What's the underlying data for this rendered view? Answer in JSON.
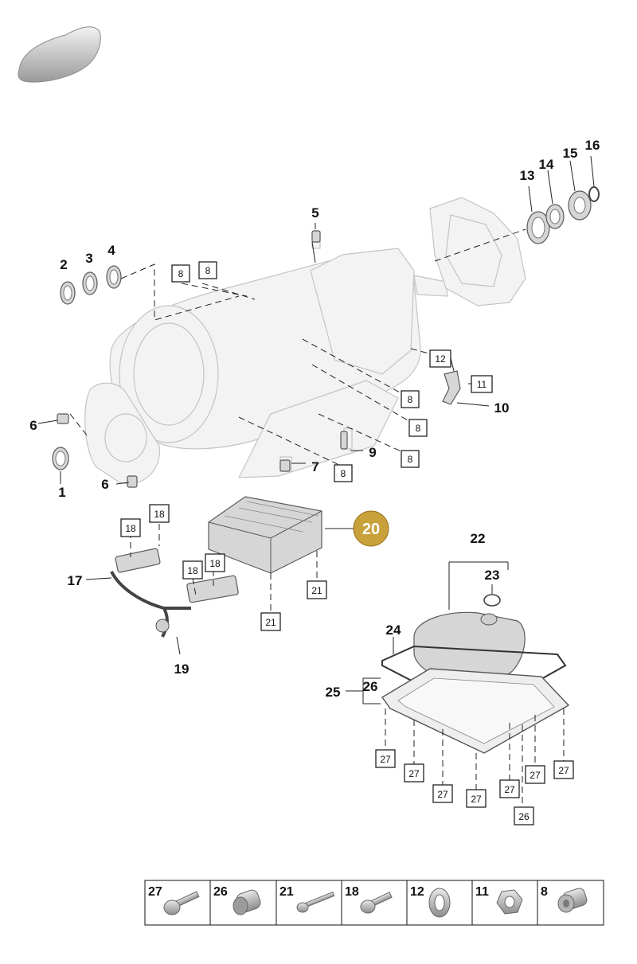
{
  "theme": {
    "highlight_color": "#c9a13b",
    "line_color": "#222222",
    "part_color": "#e6e6e6"
  },
  "vehicle_icon": "car-silhouette-icon",
  "highlighted_reference": "20",
  "callouts": {
    "c1": "1",
    "c2": "2",
    "c3": "3",
    "c4": "4",
    "c5": "5",
    "c6a": "6",
    "c6b": "6",
    "c7": "7",
    "c9": "9",
    "c10": "10",
    "c13": "13",
    "c14": "14",
    "c15": "15",
    "c16": "16",
    "c17": "17",
    "c19": "19",
    "c22": "22",
    "c23": "23",
    "c24": "24",
    "c25": "25",
    "c26": "26"
  },
  "boxed_labels": {
    "b8a": "8",
    "b8b": "8",
    "b8c": "8",
    "b8d": "8",
    "b8e": "8",
    "b8f": "8",
    "b12": "12",
    "b11": "11",
    "b18a": "18",
    "b18b": "18",
    "b18c": "18",
    "b18d": "18",
    "b21a": "21",
    "b21b": "21",
    "b27a": "27",
    "b27b": "27",
    "b27c": "27",
    "b27d": "27",
    "b27e": "27",
    "b27f": "27",
    "b27g": "27",
    "b26": "26"
  },
  "fastener_table": [
    {
      "number": "27",
      "icon": "torx-bolt-icon"
    },
    {
      "number": "26",
      "icon": "sleeve-nut-icon"
    },
    {
      "number": "21",
      "icon": "long-bolt-icon"
    },
    {
      "number": "18",
      "icon": "torx-screw-icon"
    },
    {
      "number": "12",
      "icon": "washer-icon"
    },
    {
      "number": "11",
      "icon": "hex-nut-icon"
    },
    {
      "number": "8",
      "icon": "plug-bolt-icon"
    }
  ]
}
